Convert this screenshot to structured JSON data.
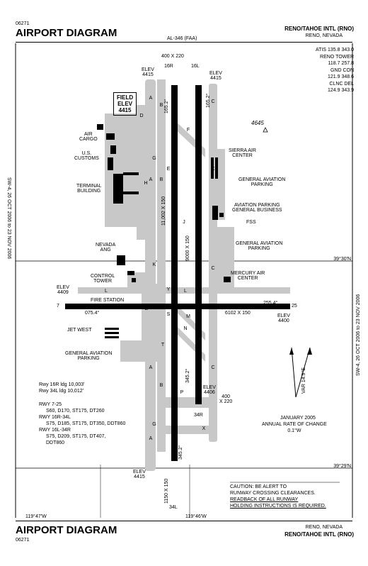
{
  "header": {
    "doc_code": "06271",
    "title": "AIRPORT DIAGRAM",
    "airport": "RENO/TAHOE INTL (RNO)",
    "city": "RENO, NEVADA",
    "faa_id": "AL-346 (FAA)"
  },
  "frequencies": [
    "ATIS 135.8 343.0",
    "RENO TOWER",
    "118.7 257.8",
    "GND CON",
    "121.9 348.6",
    "CLNC DEL",
    "124.9 343.9"
  ],
  "footer": {
    "title": "AIRPORT DIAGRAM",
    "doc_code": "06271",
    "city": "RENO, NEVADA",
    "airport": "RENO/TAHOE INTL (RNO)"
  },
  "margins": {
    "left": "SW-4, 26 OCT 2006 to 23 NOV 2006",
    "right": "SW-4, 26 OCT 2006 to 23 NOV 2006"
  },
  "coordinates": {
    "lat_upper": "39°30'N",
    "lat_lower": "39°29'N",
    "lon_left": "119°47'W",
    "lon_right": "119°46'W"
  },
  "field_elev": {
    "label": "FIELD",
    "sub": "ELEV",
    "value": "4415"
  },
  "runways": {
    "r16r": "16R",
    "r16l": "16L",
    "r34l": "34L",
    "r34r": "34R",
    "r7": "7",
    "r25": "25",
    "dims_16r": "11,002 X 150",
    "dims_16l": "9000 X 150",
    "dims_7_25": "6102 X 150",
    "hdg_north_l": "165.2°",
    "hdg_north_r": "165.2°",
    "hdg_south_l": "345.2°",
    "hdg_south_r": "345.2°",
    "hdg_7": "075.4°",
    "hdg_25": "255.4°",
    "overrun_top": "400 X 220",
    "overrun_bottom": "400\nX 220",
    "overrun_s": "1150 X 150",
    "elev_16r": "ELEV\n4415",
    "elev_16l": "ELEV\n4415",
    "elev_7": "ELEV\n4409",
    "elev_25": "ELEV\n4400",
    "elev_34r": "ELEV\n4406",
    "elev_34l": "ELEV\n4415",
    "obstacle": "4645"
  },
  "labels": {
    "air_cargo": "AIR\nCARGO",
    "us_customs": "U.S.\nCUSTOMS",
    "terminal": "TERMINAL\nBUILDING",
    "sierra": "SIERRA AIR\nCENTER",
    "ga_parking_1": "GENERAL AVIATION\nPARKING",
    "ga_business": "AVIATION PARKING\nGENERAL BUSINESS",
    "fss": "FSS",
    "ga_parking_2": "GENERAL AVIATION\nPARKING",
    "nevada_ang": "NEVADA\nANG",
    "control_tower": "CONTROL\nTOWER",
    "fire_station": "FIRE STATION",
    "mercury": "MERCURY AIR\nCENTER",
    "jet_west": "JET WEST",
    "ga_parking_3": "GENERAL AVIATION\nPARKING"
  },
  "taxiways": [
    "A",
    "B",
    "C",
    "D",
    "E",
    "F",
    "G",
    "H",
    "J",
    "K",
    "L",
    "M",
    "N",
    "P",
    "S",
    "T",
    "X",
    "Y",
    "Z"
  ],
  "landing_distances": [
    "Rwy 16R ldg 10,003'",
    "Rwy 34L ldg 10,012'"
  ],
  "strengths": [
    "RWY 7-25",
    "S60, D170, ST175, DT260",
    "RWY 16R-34L",
    "S75, D185, ST175, DT350, DDT860",
    "RWY 16L-34R",
    "S75, D209, ST175, DT407,",
    "DDT860"
  ],
  "variation": {
    "date": "JANUARY 2005",
    "text": "ANNUAL RATE OF CHANGE",
    "rate": "0.1°W",
    "var": "VAR 14.9°E"
  },
  "caution": {
    "line1": "CAUTION: BE ALERT TO",
    "line2": "RUNWAY CROSSING CLEARANCES.",
    "line3": "READBACK OF ALL RUNWAY",
    "line4": "HOLDING INSTRUCTIONS IS REQUIRED."
  },
  "colors": {
    "runway": "#000000",
    "taxiway": "#c8c8c8",
    "building": "#000000"
  }
}
